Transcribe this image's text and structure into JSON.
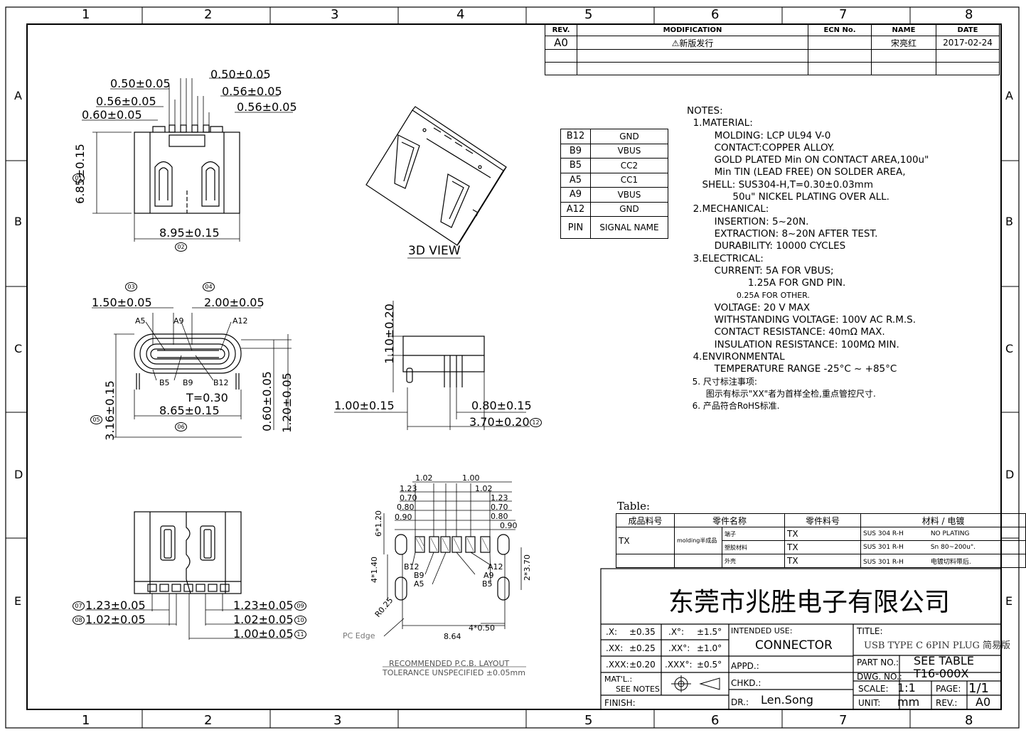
{
  "border": {
    "cols": [
      "1",
      "2",
      "3",
      "4",
      "5",
      "6",
      "7",
      "8"
    ],
    "rows": [
      "A",
      "B",
      "C",
      "D",
      "E"
    ]
  },
  "revision_table": {
    "headers": [
      "REV.",
      "MODIFICATION",
      "ECN No.",
      "NAME",
      "DATE"
    ],
    "row": {
      "rev": "A0",
      "modification": "⚠新版发行",
      "ecn": "",
      "name": "宋亮红",
      "date": "2017-02-24"
    }
  },
  "pin_table": {
    "rows": [
      {
        "pin": "B12",
        "signal": "GND"
      },
      {
        "pin": "B9",
        "signal": "VBUS"
      },
      {
        "pin": "B5",
        "signal": "CC2"
      },
      {
        "pin": "A5",
        "signal": "CC1"
      },
      {
        "pin": "A9",
        "signal": "VBUS"
      },
      {
        "pin": "A12",
        "signal": "GND"
      }
    ],
    "header": {
      "pin": "PIN",
      "signal": "SIGNAL NAME"
    }
  },
  "notes": [
    "NOTES:",
    "  1.MATERIAL:",
    "         MOLDING: LCP UL94 V-0",
    "         CONTACT:COPPER ALLOY.",
    "         GOLD PLATED Min ON CONTACT AREA,100u\"",
    "         Min TIN (LEAD FREE) ON SOLDER AREA,",
    "     SHELL: SUS304-H,T=0.30±0.03mm",
    "               50u\" NICKEL PLATING OVER ALL.",
    "  2.MECHANICAL:",
    "         INSERTION: 5~20N.",
    "         EXTRACTION: 8~20N AFTER TEST.",
    "         DURABILITY: 10000 CYCLES",
    "  3.ELECTRICAL:",
    "         CURRENT: 5A FOR VBUS;",
    "                    1.25A FOR GND PIN.",
    "                    0.25A FOR OTHER.",
    "         VOLTAGE: 20 V MAX",
    "         WITHSTANDING VOLTAGE: 100V AC R.M.S.",
    "         CONTACT RESISTANCE: 40mΩ MAX.",
    "         INSULATION RESISTANCE: 100MΩ MIN.",
    "  4.ENVIRONMENTAL",
    "         TEMPERATURE RANGE -25°C ~ +85°C",
    "  5. 尺寸标注事项:",
    "       图示有标示\"XX\"者为首样全检,重点管控尺寸.",
    "  6. 产品符合RoHS标准."
  ],
  "views": {
    "top": {
      "dims": [
        "0.50±0.05",
        "0.50±0.05",
        "0.56±0.05",
        "0.56±0.05",
        "0.60±0.05",
        "0.56±0.05",
        "6.85±0.15",
        "8.95±0.15"
      ],
      "balloons": [
        "01",
        "02"
      ]
    },
    "three_d": {
      "label": "3D VIEW"
    },
    "front": {
      "dims": [
        "1.50±0.05",
        "2.00±0.05",
        "T=0.30",
        "8.65±0.15",
        "3.16±0.15",
        "0.60±0.05",
        "1.20±0.05"
      ],
      "pins": [
        "A5",
        "A9",
        "A12",
        "B5",
        "B9",
        "B12"
      ],
      "balloons": [
        "03",
        "04",
        "05",
        "06"
      ]
    },
    "side": {
      "dims": [
        "1.10±0.20",
        "1.00±0.15",
        "0.80±0.15",
        "3.70±0.20"
      ],
      "balloons": [
        "12"
      ]
    },
    "bottom": {
      "dims": [
        "1.23±0.05",
        "1.02±0.05",
        "1.23±0.05",
        "1.02±0.05",
        "1.00±0.05"
      ],
      "balloons": [
        "07",
        "08",
        "09",
        "10",
        "11"
      ]
    },
    "pcb": {
      "dims": [
        "1.02",
        "1.00",
        "1.23",
        "1.02",
        "0.70",
        "1.23",
        "0.80",
        "0.70",
        "0.90",
        "0.80",
        "0.90",
        "6*1.20",
        "4*1.40",
        "2*3.70",
        "R0.25",
        "4*0.50",
        "8.64"
      ],
      "pins": [
        "B12",
        "B9",
        "A5",
        "A9",
        "A12",
        "B5"
      ],
      "edge_label": "PC Edge",
      "caption1": "RECOMMENDED P.C.B. LAYOUT",
      "caption2": "TOLERANCE UNSPECIFIED ±0.05mm"
    }
  },
  "material_table": {
    "title": "Table:",
    "headers": [
      "成品料号",
      "零件名称",
      "零件料号",
      "材料 / 电镀"
    ],
    "part": "TX",
    "sub": "molding半成品",
    "rows": [
      {
        "name": "端子",
        "pn": "TX",
        "material": "SUS 304 R-H",
        "plating": "NO PLATING"
      },
      {
        "name": "塑胶材料",
        "pn": "TX",
        "material": "SUS 301 R-H",
        "plating": "Sn 80~200u\"."
      },
      {
        "name": "外壳",
        "pn": "TX",
        "material": "SUS 301 R-H",
        "plating": "电镀切料带后."
      }
    ]
  },
  "title_block": {
    "company": "东莞市兆胜电子有限公司",
    "tolerances": [
      {
        "label": ".X:",
        "value": "±0.35",
        "alabel": ".X°:",
        "avalue": "±1.5°"
      },
      {
        "label": ".XX:",
        "value": "±0.25",
        "alabel": ".XX°:",
        "avalue": "±1.0°"
      },
      {
        "label": ".XXX:",
        "value": "±0.20",
        "alabel": ".XXX°:",
        "avalue": "±0.5°"
      }
    ],
    "intended_use_label": "INTENDED USE:",
    "intended_use": "CONNECTOR",
    "title_label": "TITLE:",
    "title": "USB TYPE C 6PIN PLUG 简易版",
    "part_no_label": "PART NO.:",
    "part_no": "SEE TABLE",
    "dwg_no_label": "DWG. NO.:",
    "dwg_no": "T16-000X",
    "appd_label": "APPD.:",
    "chkd_label": "CHKD.:",
    "dr_label": "DR.:",
    "dr": "Len.Song",
    "matl_label": "MAT'L.:",
    "matl": "SEE NOTES",
    "finish_label": "FINISH:",
    "scale_label": "SCALE:",
    "scale": "1:1",
    "page_label": "PAGE:",
    "page": "1/1",
    "unit_label": "UNIT:",
    "unit": "mm",
    "rev_label": "REV.:",
    "rev": "A0"
  }
}
